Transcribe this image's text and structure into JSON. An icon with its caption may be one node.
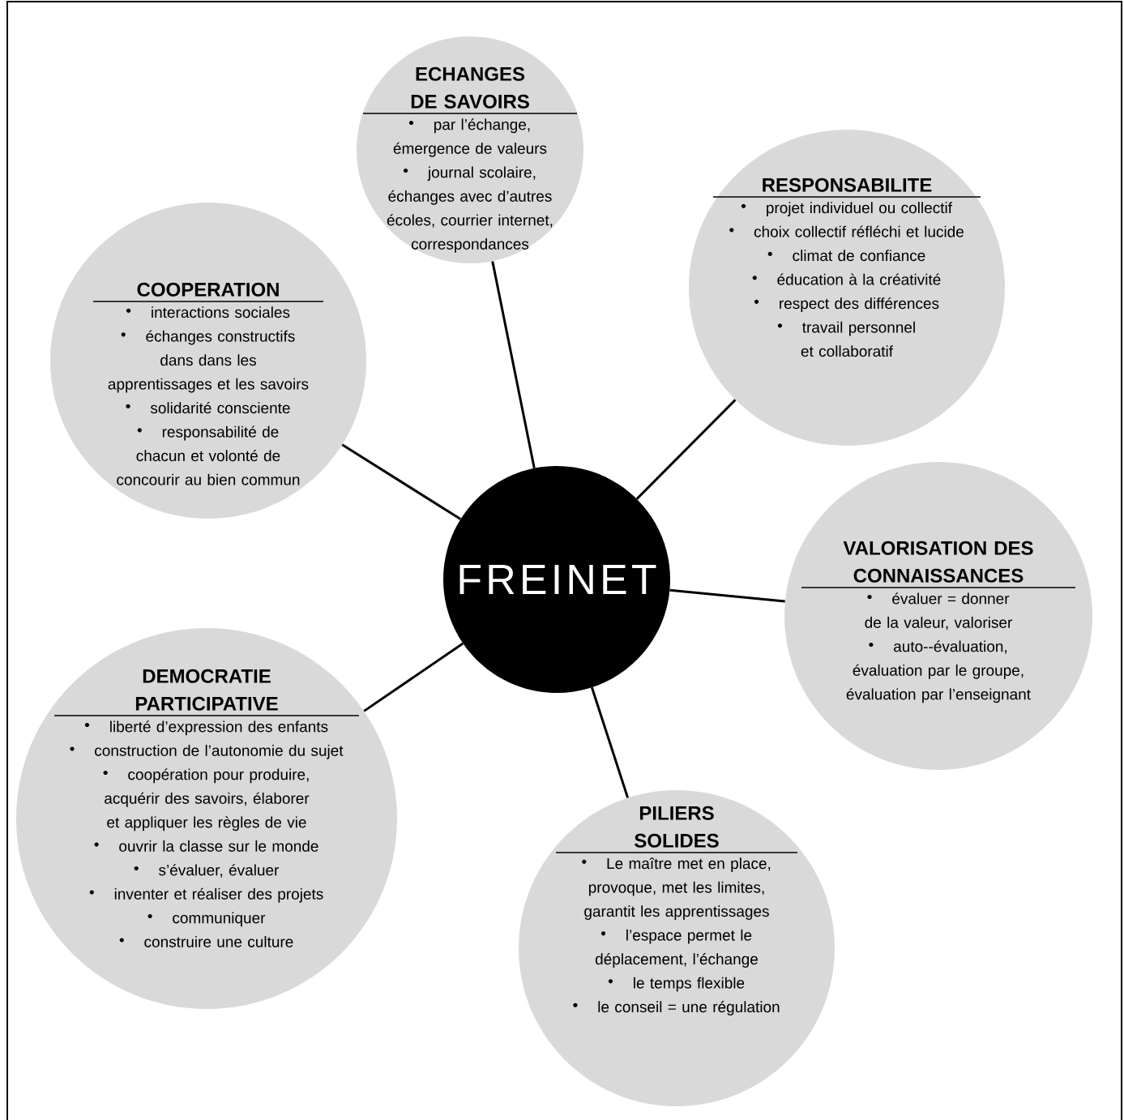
{
  "diagram": {
    "nodes": [
      {
        "text": [
          "ECHANGES DE SAVOIRS",
          "par l’échange, émergence de valeurs",
          "journal scolaire, échanges avec d’autres écoles, courrier internet, correspondances"
        ]
      },
      {
        "text": [
          "RESPONSABILITE",
          "projet individuel ou collectif",
          "choix collectif réfléchi et lucide",
          "climat de confiance",
          "éducation à la créativité",
          "respect des différences",
          "travail personnel et collaboratif"
        ]
      },
      {
        "text": [
          "COOPERATION",
          "interactions sociales",
          "échanges constructifs dans dans les apprentissages et les savoirs",
          "solidarité consciente",
          "responsabilité de chacun et volonté de concourir au bien commun"
        ]
      },
      {
        "text": [
          "FREINET"
        ]
      },
      {
        "text": [
          "VALORISATION DES CONNAISSANCES",
          "évaluer = donner de la valeur, valoriser",
          "auto--évaluation, évaluation par le groupe, évaluation par l’enseignant"
        ]
      },
      {
        "text": [
          "DEMOCRATIE PARTICIPATIVE",
          "liberté d’expression des enfants",
          "construction de l’autonomie du sujet",
          "coopération pour produire, acquérir des savoirs, élaborer et appliquer les règles de vie",
          "ouvrir la classe sur le monde",
          "s’évaluer, évaluer",
          "inventer et réaliser des projets",
          "communiquer",
          "construire une culture"
        ]
      },
      {
        "text": [
          "PILIERS SOLIDES",
          "Le maître met en place, provoque, met les limites, garantit les apprentissages",
          "l’espace permet le déplacement, l’échange",
          "le temps flexible",
          "le conseil = une régulation"
        ]
      }
    ],
    "edges": [
      {
        "from": 3,
        "to": 0,
        "arrow": "none"
      },
      {
        "from": 3,
        "to": 1,
        "arrow": "none"
      },
      {
        "from": 3,
        "to": 2,
        "arrow": "none"
      },
      {
        "from": 3,
        "to": 4,
        "arrow": "none"
      },
      {
        "from": 3,
        "to": 5,
        "arrow": "none"
      },
      {
        "from": 3,
        "to": 6,
        "arrow": "none"
      }
    ]
  }
}
